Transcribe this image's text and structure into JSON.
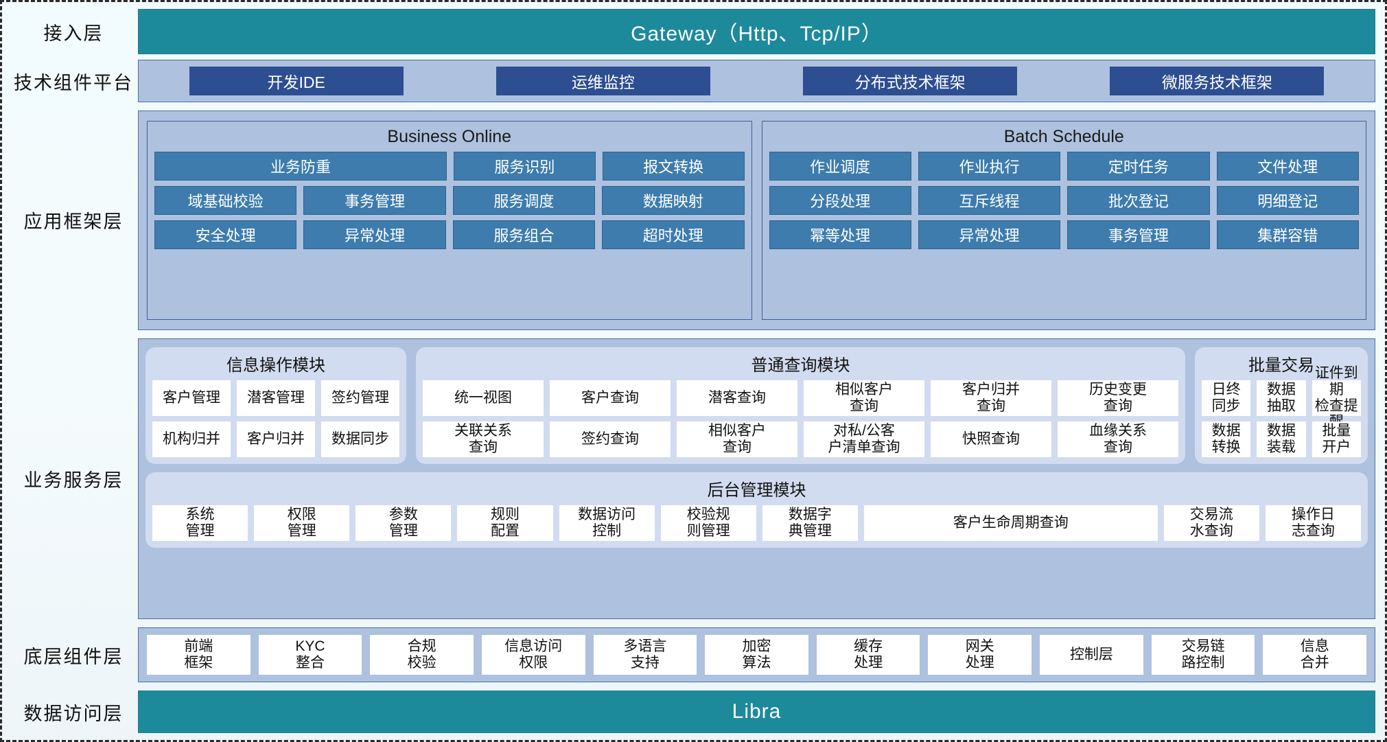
{
  "diagram": {
    "layers": [
      {
        "label": "接入层",
        "type": "teal",
        "bar_text": "Gateway（Http、Tcp/IP）"
      },
      {
        "label": "技术组件平台",
        "type": "chips",
        "chips": [
          "开发IDE",
          "运维监控",
          "分布式技术框架",
          "微服务技术框架"
        ]
      },
      {
        "label": "应用框架层",
        "type": "framework",
        "groups": [
          {
            "title": "Business Online",
            "rows": [
              [
                {
                  "text": "业务防重",
                  "span": 2
                },
                {
                  "text": "服务识别"
                },
                {
                  "text": "报文转换"
                }
              ],
              [
                {
                  "text": "域基础校验"
                },
                {
                  "text": "事务管理"
                },
                {
                  "text": "服务调度"
                },
                {
                  "text": "数据映射"
                }
              ],
              [
                {
                  "text": "安全处理"
                },
                {
                  "text": "异常处理"
                },
                {
                  "text": "服务组合"
                },
                {
                  "text": "超时处理"
                }
              ]
            ]
          },
          {
            "title": "Batch Schedule",
            "rows": [
              [
                {
                  "text": "作业调度"
                },
                {
                  "text": "作业执行"
                },
                {
                  "text": "定时任务"
                },
                {
                  "text": "文件处理"
                }
              ],
              [
                {
                  "text": "分段处理"
                },
                {
                  "text": "互斥线程"
                },
                {
                  "text": "批次登记"
                },
                {
                  "text": "明细登记"
                }
              ],
              [
                {
                  "text": "幂等处理"
                },
                {
                  "text": "异常处理"
                },
                {
                  "text": "事务管理"
                },
                {
                  "text": "集群容错"
                }
              ]
            ]
          }
        ]
      },
      {
        "label": "业务服务层",
        "type": "business",
        "top_modules": [
          {
            "title": "信息操作模块",
            "size": "m-info",
            "rows": [
              [
                {
                  "text": "客户管理"
                },
                {
                  "text": "潜客管理"
                },
                {
                  "text": "签约管理"
                }
              ],
              [
                {
                  "text": "机构归并"
                },
                {
                  "text": "客户归并"
                },
                {
                  "text": "数据同步"
                }
              ]
            ]
          },
          {
            "title": "普通查询模块",
            "size": "m-query",
            "rows": [
              [
                {
                  "text": "统一视图"
                },
                {
                  "text": "客户查询"
                },
                {
                  "text": "潜客查询"
                },
                {
                  "text": "相似客户\n查询"
                },
                {
                  "text": "客户归并\n查询"
                },
                {
                  "text": "历史变更\n查询"
                }
              ],
              [
                {
                  "text": "关联关系\n查询"
                },
                {
                  "text": "签约查询"
                },
                {
                  "text": "相似客户\n查询"
                },
                {
                  "text": "对私/公客\n户清单查询"
                },
                {
                  "text": "快照查询"
                },
                {
                  "text": "血缘关系\n查询"
                }
              ]
            ]
          },
          {
            "title": "批量交易",
            "size": "m-batch",
            "rows": [
              [
                {
                  "text": "日终\n同步"
                },
                {
                  "text": "数据\n抽取"
                },
                {
                  "text": "证件到期\n检查提醒"
                }
              ],
              [
                {
                  "text": "数据\n转换"
                },
                {
                  "text": "数据\n装载"
                },
                {
                  "text": "批量\n开户"
                }
              ]
            ]
          }
        ],
        "admin_module": {
          "title": "后台管理模块",
          "cells": [
            {
              "text": "系统\n管理"
            },
            {
              "text": "权限\n管理"
            },
            {
              "text": "参数\n管理"
            },
            {
              "text": "规则\n配置"
            },
            {
              "text": "数据访问\n控制"
            },
            {
              "text": "校验规\n则管理"
            },
            {
              "text": "数据字\n典管理"
            },
            {
              "text": "客户生命周期查询",
              "wide": true
            },
            {
              "text": "交易流\n水查询"
            },
            {
              "text": "操作日\n志查询"
            }
          ]
        }
      },
      {
        "label": "底层组件层",
        "type": "base",
        "cells": [
          "前端\n框架",
          "KYC\n整合",
          "合规\n校验",
          "信息访问\n权限",
          "多语言\n支持",
          "加密\n算法",
          "缓存\n处理",
          "网关\n处理",
          "控制层",
          "交易链\n路控制",
          "信息\n合并"
        ]
      },
      {
        "label": "数据访问层",
        "type": "teal",
        "bar_text": "Libra"
      }
    ]
  },
  "colors": {
    "teal": "#1d8a9c",
    "panel": "#aec1de",
    "chip_dark": "#2e4e92",
    "chip_mid": "#3d7cad",
    "module_bg": "#d2dcf0",
    "cell_white": "#ffffff"
  }
}
